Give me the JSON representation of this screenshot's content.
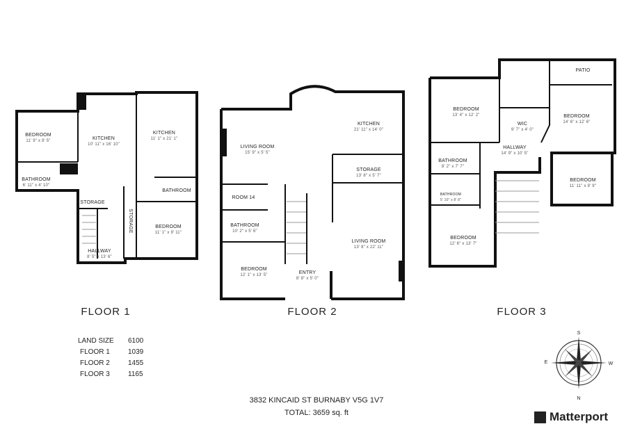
{
  "floors": [
    {
      "label": "FLOOR 1",
      "rooms": [
        {
          "name": "BEDROOM",
          "dims": "11' 9\" x 9' 5\""
        },
        {
          "name": "KITCHEN",
          "dims": "10' 11\" x 16' 10\""
        },
        {
          "name": "KITCHEN",
          "dims": "11' 1\" x 21' 1\""
        },
        {
          "name": "BATHROOM",
          "dims": "6' 11\" x 4' 10\""
        },
        {
          "name": "STORAGE",
          "dims": ""
        },
        {
          "name": "STORAGE",
          "dims": ""
        },
        {
          "name": "BATHROOM",
          "dims": ""
        },
        {
          "name": "BEDROOM",
          "dims": "11' 1\" x 9' 11\""
        },
        {
          "name": "HALLWAY",
          "dims": "8' 5\" x 13' 6\""
        }
      ]
    },
    {
      "label": "FLOOR 2",
      "rooms": [
        {
          "name": "LIVING ROOM",
          "dims": "15' 9\" x 5' 5\""
        },
        {
          "name": "KITCHEN",
          "dims": "21' 11\" x 14' 0\""
        },
        {
          "name": "STORAGE",
          "dims": "13' 8\" x 5' 7\""
        },
        {
          "name": "ROOM 14",
          "dims": ""
        },
        {
          "name": "BATHROOM",
          "dims": "10' 2\" x 5' 6\""
        },
        {
          "name": "LIVING ROOM",
          "dims": "13' 8\" x 22' 11\""
        },
        {
          "name": "BEDROOM",
          "dims": "12' 1\" x 13' 5\""
        },
        {
          "name": "ENTRY",
          "dims": "8' 8\" x 5' 0\""
        }
      ]
    },
    {
      "label": "FLOOR 3",
      "rooms": [
        {
          "name": "BEDROOM",
          "dims": "13' 4\" x 12' 2\""
        },
        {
          "name": "WIC",
          "dims": "9' 7\" x 4' 0\""
        },
        {
          "name": "BEDROOM",
          "dims": "14' 6\" x 12' 6\""
        },
        {
          "name": "HALLWAY",
          "dims": "14' 9\" x 10' 5\""
        },
        {
          "name": "BATHROOM",
          "dims": "8' 2\" x 7' 7\""
        },
        {
          "name": "BATHROOM",
          "dims": "5' 10\" x 8' 8\""
        },
        {
          "name": "BEDROOM",
          "dims": "11' 11\" x 9' 9\""
        },
        {
          "name": "BEDROOM",
          "dims": "12' 6\" x 13' 7\""
        },
        {
          "name": "PATIO",
          "dims": ""
        }
      ]
    }
  ],
  "stats": [
    {
      "label": "LAND SIZE",
      "value": "6100"
    },
    {
      "label": "FLOOR 1",
      "value": "1039"
    },
    {
      "label": "FLOOR 2",
      "value": "1455"
    },
    {
      "label": "FLOOR 3",
      "value": "1165"
    }
  ],
  "address": "3832 KINCAID ST BURNABY V5G 1V7",
  "total": "TOTAL: 3659 sq. ft",
  "compass": {
    "n": "N",
    "s": "S",
    "e": "E",
    "w": "W"
  },
  "brand": "Matterport"
}
